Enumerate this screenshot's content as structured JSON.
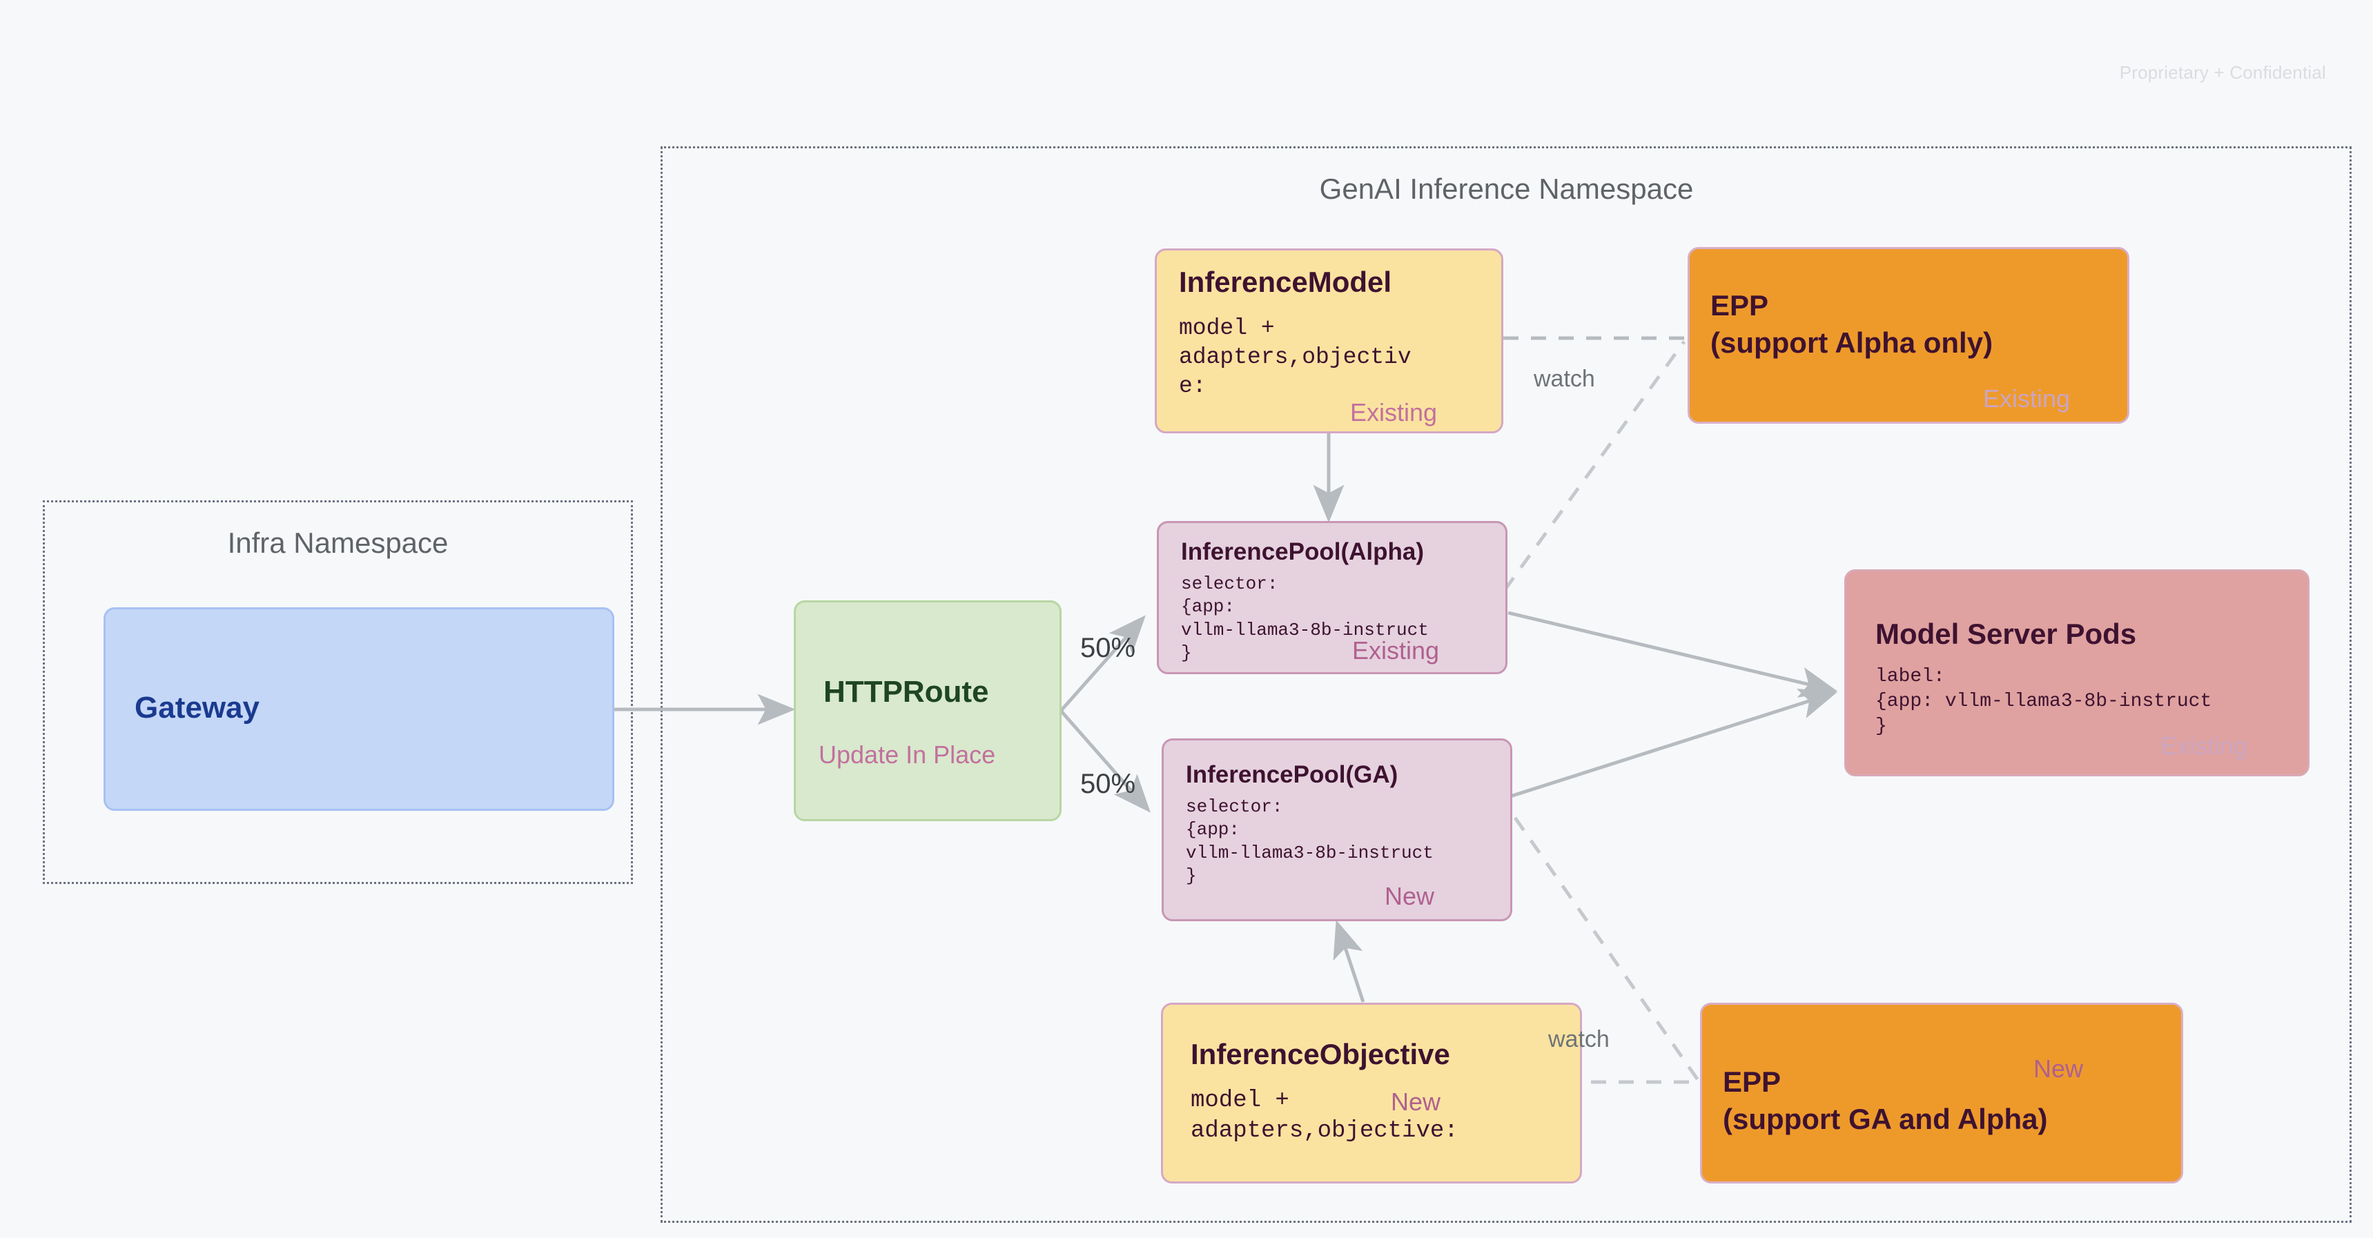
{
  "page": {
    "watermark": "Proprietary + Confidential",
    "background_color": "#F7F8FA"
  },
  "namespaces": [
    {
      "id": "infra",
      "title": "Infra Namespace"
    },
    {
      "id": "genai",
      "title": "GenAI Inference Namespace"
    }
  ],
  "nodes": {
    "gateway": {
      "title": "Gateway",
      "color": "#C5D7F7",
      "title_color": "#1A3A8F"
    },
    "httproute": {
      "title": "HTTPRoute",
      "badge": "Update In Place",
      "color": "#D9E9CD",
      "title_color": "#1E4620",
      "badge_color": "#C2709E"
    },
    "inference_model": {
      "title": "InferenceModel",
      "body": "model +\nadapters,objectiv\ne:",
      "badge": "Existing",
      "color": "#FAE3A0",
      "badge_color": "#C2709E"
    },
    "inference_objective": {
      "title": "InferenceObjective",
      "body": "model +\nadapters,objective:",
      "badge": "New",
      "color": "#FAE3A0",
      "badge_color": "#B06090"
    },
    "pool_alpha": {
      "title": "InferencePool(Alpha)",
      "body": "selector:\n{app:\nvllm-llama3-8b-instruct\n}",
      "badge": "Existing",
      "color": "#E5D2DE",
      "badge_color": "#B06090"
    },
    "pool_ga": {
      "title": "InferencePool(GA)",
      "body": "selector:\n{app:\nvllm-llama3-8b-instruct\n}",
      "badge": "New",
      "color": "#E5D2DE",
      "badge_color": "#B06090"
    },
    "model_server_pods": {
      "title": "Model Server Pods",
      "body": "label:\n{app: vllm-llama3-8b-instruct\n}",
      "badge": "Existing",
      "color": "#DFA2A0",
      "badge_color": "#CBA5C1"
    },
    "epp_alpha": {
      "title_line1": "EPP",
      "title_line2": "(support Alpha only)",
      "badge": "Existing",
      "color": "#EE9A2B",
      "badge_color": "#CBA5C1"
    },
    "epp_ga": {
      "title_line1": "EPP",
      "title_line2": "(support GA and Alpha)",
      "badge": "New",
      "color": "#EE9A2B",
      "badge_color": "#B06090"
    }
  },
  "edge_labels": {
    "split_top": "50%",
    "split_bottom": "50%",
    "watch_top": "watch",
    "watch_bottom": "watch"
  },
  "chart_data": {
    "type": "diagram",
    "title": "GenAI Inference Namespace",
    "nodes": [
      {
        "id": "gateway",
        "label": "Gateway",
        "group": "Infra Namespace",
        "status": ""
      },
      {
        "id": "httproute",
        "label": "HTTPRoute",
        "group": "GenAI Inference Namespace",
        "status": "Update In Place"
      },
      {
        "id": "inference_model",
        "label": "InferenceModel",
        "group": "GenAI Inference Namespace",
        "status": "Existing"
      },
      {
        "id": "pool_alpha",
        "label": "InferencePool(Alpha)",
        "group": "GenAI Inference Namespace",
        "status": "Existing"
      },
      {
        "id": "pool_ga",
        "label": "InferencePool(GA)",
        "group": "GenAI Inference Namespace",
        "status": "New"
      },
      {
        "id": "inference_objective",
        "label": "InferenceObjective",
        "group": "GenAI Inference Namespace",
        "status": "New"
      },
      {
        "id": "epp_alpha",
        "label": "EPP (support Alpha only)",
        "group": "GenAI Inference Namespace",
        "status": "Existing"
      },
      {
        "id": "epp_ga",
        "label": "EPP (support GA and Alpha)",
        "group": "GenAI Inference Namespace",
        "status": "New"
      },
      {
        "id": "model_server_pods",
        "label": "Model Server Pods",
        "group": "GenAI Inference Namespace",
        "status": "Existing"
      }
    ],
    "edges": [
      {
        "from": "gateway",
        "to": "httproute",
        "label": "",
        "style": "solid"
      },
      {
        "from": "httproute",
        "to": "pool_alpha",
        "label": "50%",
        "style": "solid"
      },
      {
        "from": "httproute",
        "to": "pool_ga",
        "label": "50%",
        "style": "solid"
      },
      {
        "from": "inference_model",
        "to": "pool_alpha",
        "label": "",
        "style": "solid"
      },
      {
        "from": "inference_objective",
        "to": "pool_ga",
        "label": "",
        "style": "solid"
      },
      {
        "from": "pool_alpha",
        "to": "model_server_pods",
        "label": "",
        "style": "solid"
      },
      {
        "from": "pool_ga",
        "to": "model_server_pods",
        "label": "",
        "style": "solid"
      },
      {
        "from": "inference_model",
        "to": "epp_alpha",
        "label": "watch",
        "style": "dashed"
      },
      {
        "from": "pool_alpha",
        "to": "epp_alpha",
        "label": "",
        "style": "dashed"
      },
      {
        "from": "inference_objective",
        "to": "epp_ga",
        "label": "watch",
        "style": "dashed"
      },
      {
        "from": "pool_ga",
        "to": "epp_ga",
        "label": "",
        "style": "dashed"
      }
    ]
  }
}
